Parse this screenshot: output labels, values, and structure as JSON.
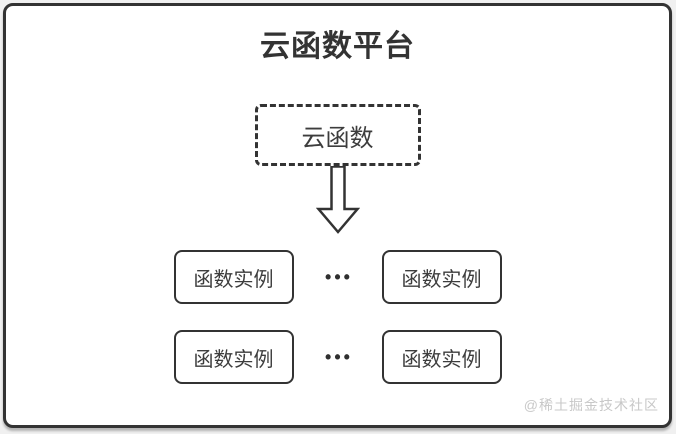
{
  "theme": {
    "page_background": "#f0f0f0",
    "card_background": "#ffffff",
    "line_color": "#333333",
    "text_color": "#3d3d3d",
    "watermark_color": "#c8c8c8"
  },
  "header": {
    "title": "云函数平台"
  },
  "diagram": {
    "cloud_function_box": {
      "label": "云函数",
      "border_style": "dashed"
    },
    "arrow": {
      "icon": "down-arrow-icon",
      "direction": "down",
      "style": "hollow-outline"
    },
    "instance_rows": [
      {
        "left_box": "函数实例",
        "ellipsis": "•••",
        "right_box": "函数实例"
      },
      {
        "left_box": "函数实例",
        "ellipsis": "•••",
        "right_box": "函数实例"
      }
    ]
  },
  "footer": {
    "watermark": "@稀土掘金技术社区"
  }
}
